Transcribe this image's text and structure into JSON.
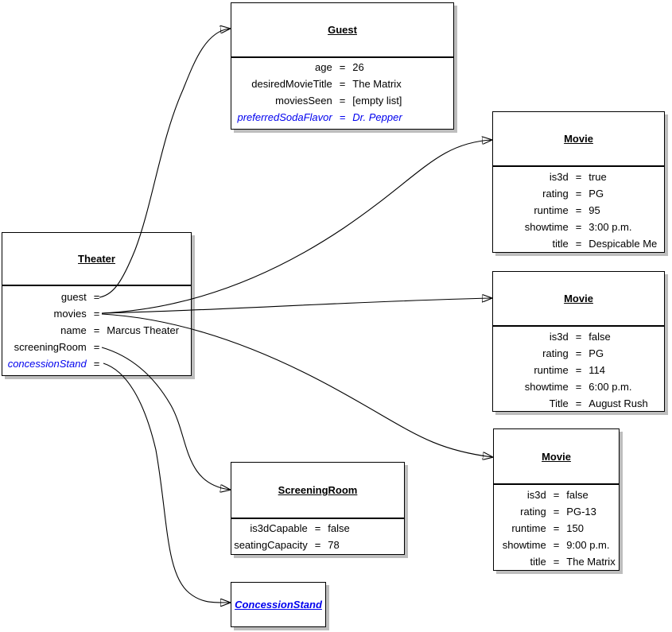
{
  "diagram": {
    "eq": "=",
    "colors": {
      "highlight_blue": "#0000ee",
      "border": "#000000",
      "shadow": "#bdbdbd",
      "background": "#ffffff",
      "arrow": "#000000"
    },
    "boxes": {
      "guest": {
        "title": "Guest",
        "fields": [
          {
            "name": "age",
            "value": "26"
          },
          {
            "name": "desiredMovieTitle",
            "value": "The Matrix"
          },
          {
            "name": "moviesSeen",
            "value": "[empty list]"
          },
          {
            "name": "preferredSodaFlavor",
            "value": "Dr. Pepper",
            "highlighted": true
          }
        ]
      },
      "movie1": {
        "title": "Movie",
        "fields": [
          {
            "name": "is3d",
            "value": "true"
          },
          {
            "name": "rating",
            "value": "PG"
          },
          {
            "name": "runtime",
            "value": "95"
          },
          {
            "name": "showtime",
            "value": "3:00 p.m."
          },
          {
            "name": "title",
            "value": "Despicable Me"
          }
        ]
      },
      "movie2": {
        "title": "Movie",
        "fields": [
          {
            "name": "is3d",
            "value": "false"
          },
          {
            "name": "rating",
            "value": "PG"
          },
          {
            "name": "runtime",
            "value": "114"
          },
          {
            "name": "showtime",
            "value": "6:00 p.m."
          },
          {
            "name": "Title",
            "value": "August Rush"
          }
        ]
      },
      "movie3": {
        "title": "Movie",
        "fields": [
          {
            "name": "is3d",
            "value": "false"
          },
          {
            "name": "rating",
            "value": "PG-13"
          },
          {
            "name": "runtime",
            "value": "150"
          },
          {
            "name": "showtime",
            "value": "9:00 p.m."
          },
          {
            "name": "title",
            "value": "The Matrix"
          }
        ]
      },
      "theater": {
        "title": "Theater",
        "fields": [
          {
            "name": "guest",
            "value": ""
          },
          {
            "name": "movies",
            "value": ""
          },
          {
            "name": "name",
            "value": "Marcus Theater"
          },
          {
            "name": "screeningRoom",
            "value": ""
          },
          {
            "name": "concessionStand",
            "value": "",
            "highlighted": true
          }
        ]
      },
      "screening_room": {
        "title": "ScreeningRoom",
        "fields": [
          {
            "name": "is3dCapable",
            "value": "false"
          },
          {
            "name": "seatingCapacity",
            "value": "78"
          }
        ]
      },
      "concession_stand": {
        "title": "ConcessionStand",
        "highlighted": true
      }
    },
    "arrows": [
      {
        "from": "theater.guest",
        "to": "guest"
      },
      {
        "from": "theater.movies",
        "to": "movie1"
      },
      {
        "from": "theater.movies",
        "to": "movie2"
      },
      {
        "from": "theater.movies",
        "to": "movie3"
      },
      {
        "from": "theater.screeningRoom",
        "to": "screening_room"
      },
      {
        "from": "theater.concessionStand",
        "to": "concession_stand"
      }
    ]
  }
}
